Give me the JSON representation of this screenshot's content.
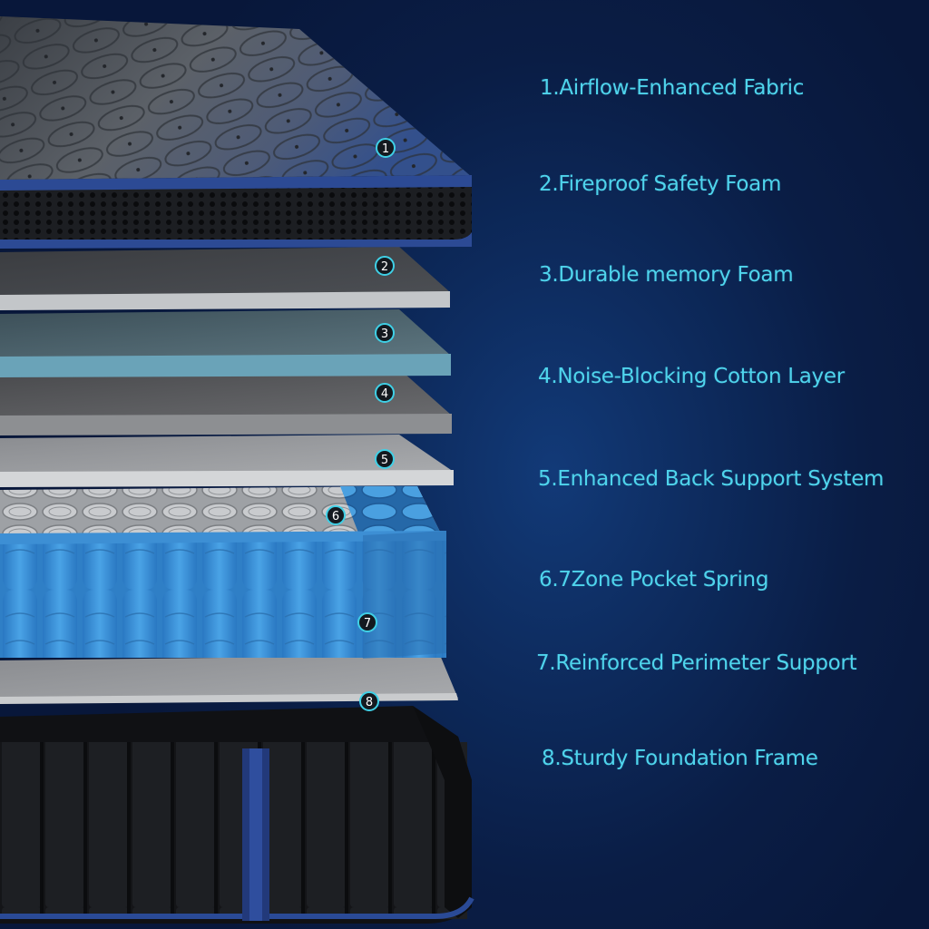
{
  "layers": [
    {
      "number": "1",
      "label": "1.Airflow-Enhanced Fabric"
    },
    {
      "number": "2",
      "label": "2.Fireproof Safety Foam"
    },
    {
      "number": "3",
      "label": "3.Durable memory Foam"
    },
    {
      "number": "4",
      "label": "4.Noise-Blocking Cotton Layer"
    },
    {
      "number": "5",
      "label": "5.Enhanced Back Support System"
    },
    {
      "number": "6",
      "label": "6.7Zone Pocket Spring"
    },
    {
      "number": "7",
      "label": "7.Reinforced Perimeter Support"
    },
    {
      "number": "8",
      "label": "8.Sturdy Foundation Frame"
    }
  ],
  "colors": {
    "label_text": "#4fd4ec",
    "badge_ring": "#3fd0e6",
    "badge_fill": "#14191f",
    "background": "#0a1d45",
    "spring_blue": "#3a8ed6",
    "fabric_gray": "#5a5f66",
    "cover_blue": "#27407c"
  }
}
